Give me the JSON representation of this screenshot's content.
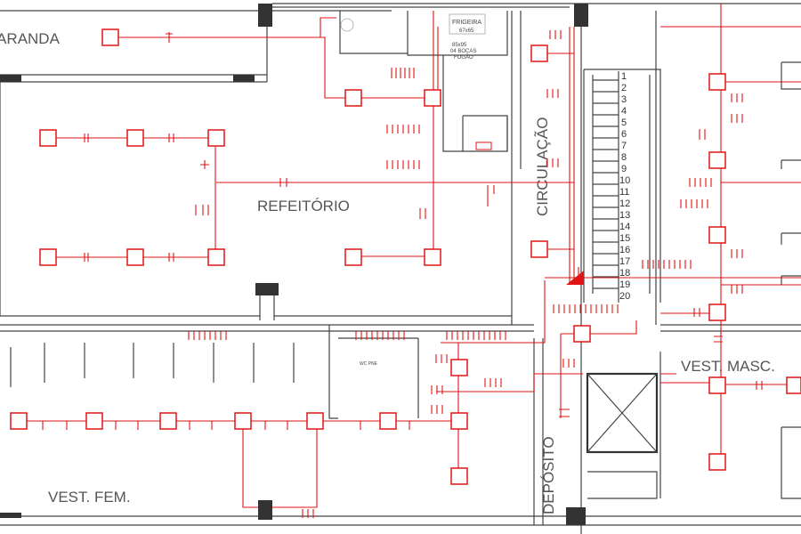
{
  "rooms": {
    "varanda": "VARANDA",
    "refeitorio": "REFEITÓRIO",
    "circulacao": "CIRCULAÇÃO",
    "vest_masc": "VEST. MASC.",
    "vest_fem": "VEST. FEM.",
    "deposito": "DEPÓSITO",
    "wc_pne": "WC PNE"
  },
  "kitchen": {
    "freezer_label": "FRIGEIRA",
    "freezer_dims": "67x65",
    "stove_dims": "85x95",
    "stove_burners": "04 BOCAS",
    "stove_label": "FOGÃO"
  },
  "stairs": [
    "1",
    "2",
    "3",
    "4",
    "5",
    "6",
    "7",
    "8",
    "9",
    "10",
    "11",
    "12",
    "13",
    "14",
    "15",
    "16",
    "17",
    "18",
    "19",
    "20"
  ],
  "colors": {
    "circuit": "#e01414",
    "walls": "#333333"
  }
}
